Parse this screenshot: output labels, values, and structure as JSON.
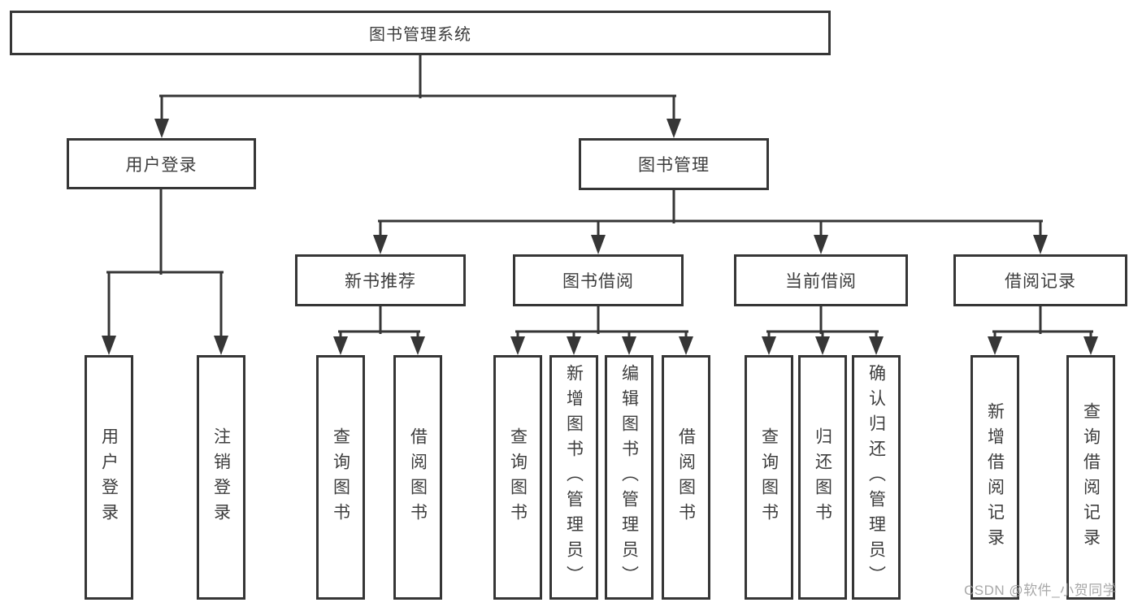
{
  "page": {
    "background": "#ffffff"
  },
  "colors": {
    "line": "#363636",
    "text": "#3d3d3d",
    "watermark": "#9e9e9e"
  },
  "tree": {
    "root": {
      "label": "图书管理系统"
    },
    "children": [
      {
        "label": "用户登录",
        "children": [
          {
            "label": "用户登录"
          },
          {
            "label": "注销登录"
          }
        ]
      },
      {
        "label": "图书管理",
        "children": [
          {
            "label": "新书推荐",
            "children": [
              {
                "label": "查询图书"
              },
              {
                "label": "借阅图书"
              }
            ]
          },
          {
            "label": "图书借阅",
            "children": [
              {
                "label": "查询图书"
              },
              {
                "label": "新增图书（管理员）"
              },
              {
                "label": "编辑图书（管理员）"
              },
              {
                "label": "借阅图书"
              }
            ]
          },
          {
            "label": "当前借阅",
            "children": [
              {
                "label": "查询图书"
              },
              {
                "label": "归还图书"
              },
              {
                "label": "确认归还（管理员）"
              }
            ]
          },
          {
            "label": "借阅记录",
            "children": [
              {
                "label": "新增借阅记录"
              },
              {
                "label": "查询借阅记录"
              }
            ]
          }
        ]
      }
    ]
  },
  "watermark": {
    "text": "CSDN @软件_小贺同学"
  }
}
